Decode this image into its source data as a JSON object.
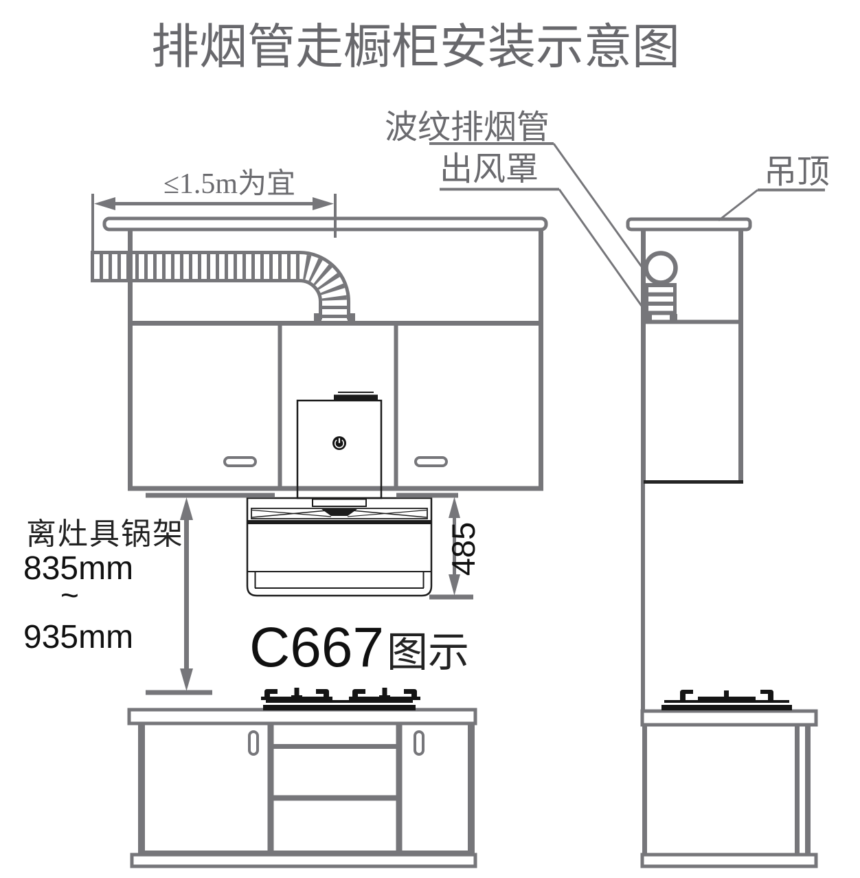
{
  "title": "排烟管走橱柜安装示意图",
  "callouts": {
    "corrugated_duct": "波纹排烟管",
    "air_outlet_cover": "出风罩",
    "ceiling": "吊顶"
  },
  "dimensions": {
    "duct_length_note": "≤1.5m为宜",
    "hood_height": "485",
    "pot_rack_label": "离灶具锅架",
    "height_min": "835mm",
    "height_tilde": "~",
    "height_max": "935mm"
  },
  "caption": {
    "model_code": "C667",
    "model_suffix": "图示"
  },
  "colors": {
    "line_gray": "#76767a",
    "ink_black": "#1b1b1b",
    "text_gray": "#6a6a6e"
  }
}
